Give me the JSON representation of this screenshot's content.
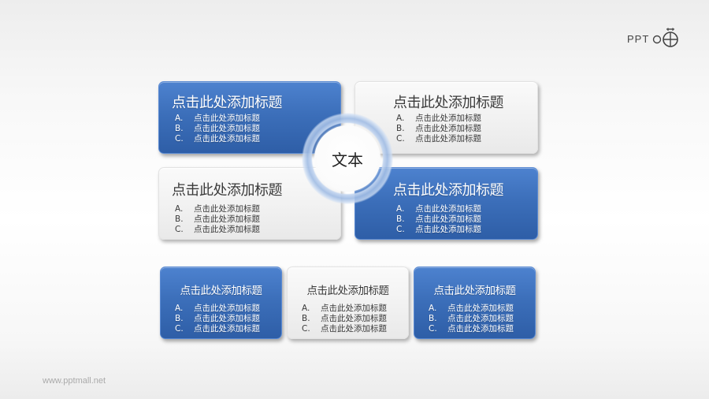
{
  "logo": {
    "text": "PPT",
    "icon": "stopwatch-crosshair-icon"
  },
  "center": {
    "label": "文本"
  },
  "boxes": {
    "top_left": {
      "style": "blue",
      "title": "点击此处添加标题",
      "items": [
        {
          "mark": "A.",
          "text": "点击此处添加标题"
        },
        {
          "mark": "B.",
          "text": "点击此处添加标题"
        },
        {
          "mark": "C.",
          "text": "点击此处添加标题"
        }
      ]
    },
    "top_right": {
      "style": "white",
      "title": "点击此处添加标题",
      "items": [
        {
          "mark": "A.",
          "text": "点击此处添加标题"
        },
        {
          "mark": "B.",
          "text": "点击此处添加标题"
        },
        {
          "mark": "C.",
          "text": "点击此处添加标题"
        }
      ]
    },
    "mid_left": {
      "style": "white",
      "title": "点击此处添加标题",
      "items": [
        {
          "mark": "A.",
          "text": "点击此处添加标题"
        },
        {
          "mark": "B.",
          "text": "点击此处添加标题"
        },
        {
          "mark": "C.",
          "text": "点击此处添加标题"
        }
      ]
    },
    "mid_right": {
      "style": "blue",
      "title": "点击此处添加标题",
      "items": [
        {
          "mark": "A.",
          "text": "点击此处添加标题"
        },
        {
          "mark": "B.",
          "text": "点击此处添加标题"
        },
        {
          "mark": "C.",
          "text": "点击此处添加标题"
        }
      ]
    },
    "bottom_left": {
      "style": "blue",
      "title": "点击此处添加标题",
      "items": [
        {
          "mark": "A.",
          "text": "点击此处添加标题"
        },
        {
          "mark": "B.",
          "text": "点击此处添加标题"
        },
        {
          "mark": "C.",
          "text": "点击此处添加标题"
        }
      ]
    },
    "bottom_mid": {
      "style": "white",
      "title": "点击此处添加标题",
      "items": [
        {
          "mark": "A.",
          "text": "点击此处添加标题"
        },
        {
          "mark": "B.",
          "text": "点击此处添加标题"
        },
        {
          "mark": "C.",
          "text": "点击此处添加标题"
        }
      ]
    },
    "bottom_right": {
      "style": "blue",
      "title": "点击此处添加标题",
      "items": [
        {
          "mark": "A.",
          "text": "点击此处添加标题"
        },
        {
          "mark": "B.",
          "text": "点击此处添加标题"
        },
        {
          "mark": "C.",
          "text": "点击此处添加标题"
        }
      ]
    }
  },
  "colors": {
    "blue_top": "#4d82cf",
    "blue_bottom": "#2e5ea7",
    "white_box": "#f1f1f1",
    "ring": "#a0bce4"
  },
  "footer": {
    "url": "www.pptmall.net"
  }
}
